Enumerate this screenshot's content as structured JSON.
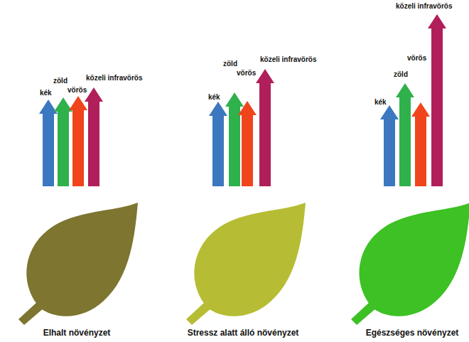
{
  "diagram": {
    "labels": [
      "kék",
      "zöld",
      "vörös",
      "közeli infravörös",
      "Elhalt növényzet",
      "kék",
      "zöld",
      "vörös",
      "közeli infravörös",
      "Stressz alatt álló növényzet",
      "kék",
      "zöld",
      "vörös",
      "közeli infravörös",
      "Egészséges növényzet"
    ]
  }
}
